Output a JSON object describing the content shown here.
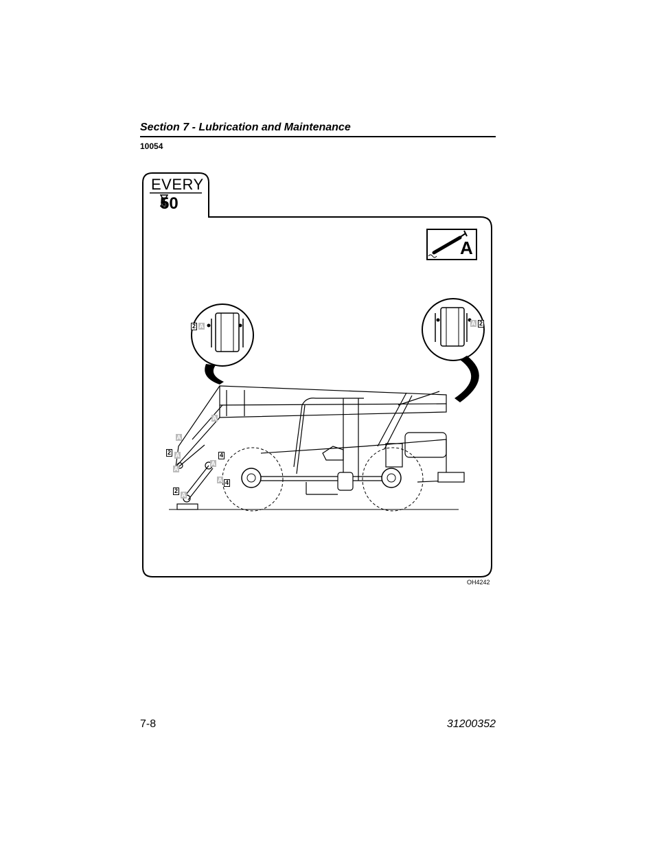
{
  "header": {
    "section_title": "Section 7 - Lubrication and Maintenance",
    "reference": "10054"
  },
  "interval": {
    "label": "EVERY",
    "hours": "50",
    "icon": "hourglass-icon"
  },
  "lubricant": {
    "letter": "A",
    "icon": "grease-gun-icon"
  },
  "callouts": {
    "count_2": "2",
    "count_4": "4",
    "lube_a": "A"
  },
  "figure": {
    "id": "OH4242"
  },
  "footer": {
    "page": "7-8",
    "doc_number": "31200352"
  }
}
